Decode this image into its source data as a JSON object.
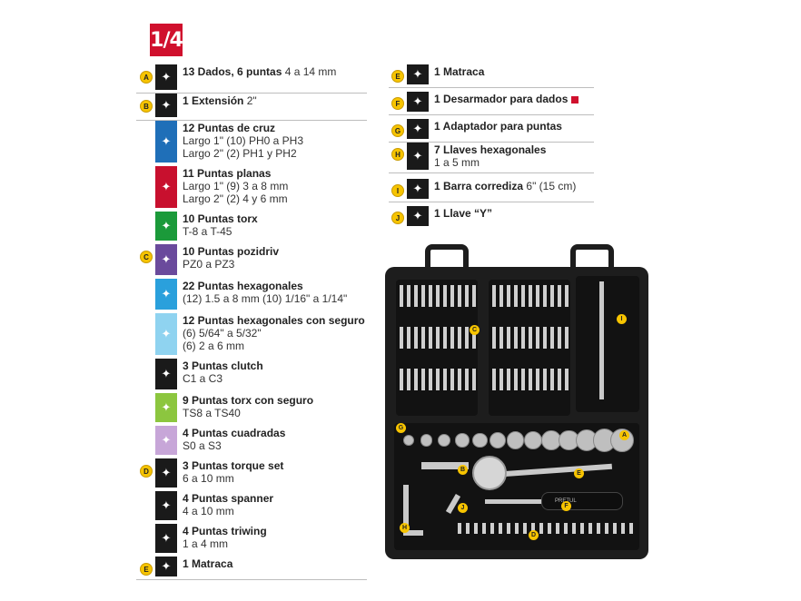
{
  "badge": "1/4",
  "left_items": [
    {
      "marker": "A",
      "name": "13 Dados, 6 puntas",
      "detail": "4 a 14 mm",
      "lines": []
    },
    {
      "marker": "B",
      "name": "1 Extensión",
      "detail": "2\"",
      "lines": []
    },
    {
      "marker": "",
      "name": "12 Puntas de cruz",
      "detail": "",
      "lines": [
        "Largo 1\" (10) PH0 a PH3",
        "Largo 2\" (2) PH1 y PH2"
      ]
    },
    {
      "marker": "",
      "name": "11 Puntas planas",
      "detail": "",
      "lines": [
        "Largo 1\" (9) 3 a 8 mm",
        "Largo 2\" (2) 4 y 6 mm"
      ]
    },
    {
      "marker": "",
      "name": "10 Puntas torx",
      "detail": "",
      "lines": [
        "T-8 a T-45"
      ]
    },
    {
      "marker": "C",
      "name": "10 Puntas pozidriv",
      "detail": "",
      "lines": [
        "PZ0 a PZ3"
      ]
    },
    {
      "marker": "",
      "name": "22 Puntas hexagonales",
      "detail": "",
      "lines": [
        "(12) 1.5 a 8 mm (10) 1/16\" a 1/14\""
      ]
    },
    {
      "marker": "",
      "name": "12 Puntas hexagonales con seguro",
      "detail": "",
      "lines": [
        "(6) 5/64\" a 5/32\"",
        "(6) 2 a 6 mm"
      ]
    },
    {
      "marker": "",
      "name": "3 Puntas clutch",
      "detail": "",
      "lines": [
        "C1 a C3"
      ]
    },
    {
      "marker": "",
      "name": "9 Puntas torx con seguro",
      "detail": "",
      "lines": [
        "TS8 a TS40"
      ]
    },
    {
      "marker": "",
      "name": "4 Puntas cuadradas",
      "detail": "",
      "lines": [
        "S0 a S3"
      ]
    },
    {
      "marker": "D",
      "name": "3 Puntas torque set",
      "detail": "",
      "lines": [
        "6 a 10 mm"
      ]
    },
    {
      "marker": "",
      "name": "4 Puntas spanner",
      "detail": "",
      "lines": [
        "4 a 10 mm"
      ]
    },
    {
      "marker": "",
      "name": "4 Puntas triwing",
      "detail": "",
      "lines": [
        "1 a 4 mm"
      ]
    },
    {
      "marker": "E",
      "name": "1 Matraca",
      "detail": "",
      "lines": []
    }
  ],
  "right_items": [
    {
      "marker": "E",
      "name": "1 Matraca",
      "detail": "",
      "lines": []
    },
    {
      "marker": "F",
      "name": "1 Desarmador para dados",
      "detail": "",
      "lines": []
    },
    {
      "marker": "G",
      "name": "1 Adaptador para puntas",
      "detail": "",
      "lines": []
    },
    {
      "marker": "H",
      "name": "7 Llaves hexagonales",
      "detail": "",
      "lines": [
        "1 a 5 mm"
      ]
    },
    {
      "marker": "I",
      "name": "1 Barra corrediza",
      "detail": "6\" (15 cm)",
      "lines": []
    },
    {
      "marker": "J",
      "name": "1 Llave “Y”",
      "detail": "",
      "lines": []
    }
  ],
  "case_tags": [
    "A",
    "B",
    "C",
    "D",
    "E",
    "F",
    "G",
    "H",
    "I",
    "J"
  ],
  "case_brand": "PRETUL",
  "colors": {
    "accent": "#d0102d",
    "marker": "#f7c400",
    "phillips": "#1f6fb8",
    "flat": "#c8102e",
    "torx": "#1b9a3a",
    "pozidriv": "#6a4a9c",
    "hex": "#2aa0dc",
    "hex_lock": "#8fd3f0",
    "clutch": "#1a1a1a",
    "torx_lock": "#8cc63f",
    "square": "#c7a6d8",
    "dark": "#1a1a1a"
  }
}
